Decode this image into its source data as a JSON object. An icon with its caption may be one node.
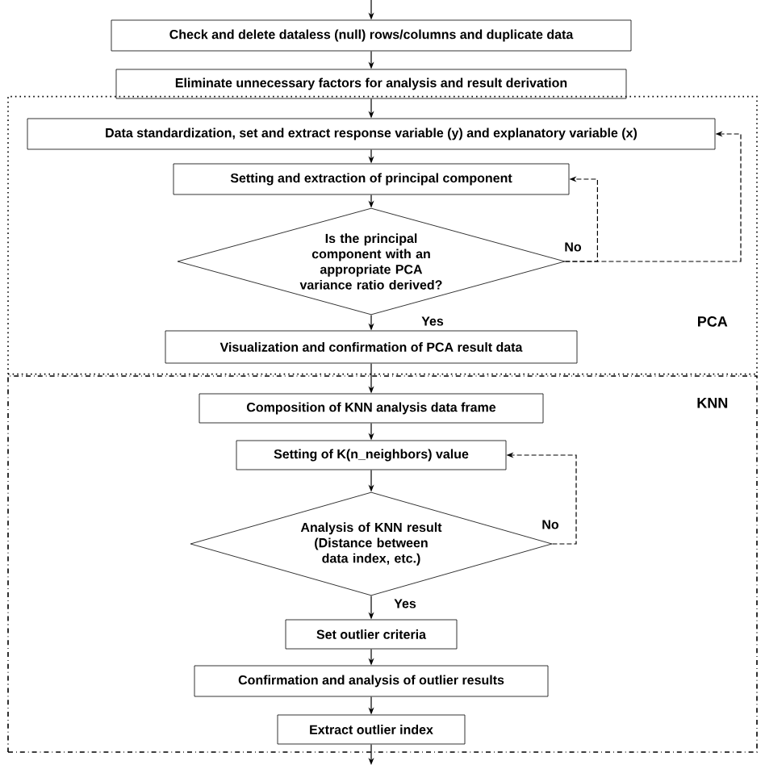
{
  "diagram": {
    "nodes": [
      {
        "text": [
          "Check and delete dataless (null) rows/columns and duplicate data"
        ]
      },
      {
        "text": [
          "Eliminate unnecessary factors for analysis and result derivation"
        ]
      },
      {
        "text": [
          "PCA"
        ]
      },
      {
        "text": [
          "Data standardization, set and extract response variable (y) and explanatory variable (x)"
        ],
        "in": 2
      },
      {
        "text": [
          "Setting and extraction of principal component"
        ],
        "in": 2
      },
      {
        "text": [
          "Is the principal component with an appropriate PCA variance ratio derived?"
        ],
        "in": 2
      },
      {
        "text": [
          "Visualization and confirmation of PCA result data"
        ],
        "in": 2
      },
      {
        "text": [
          "KNN"
        ]
      },
      {
        "text": [
          "Composition of KNN analysis data frame"
        ],
        "in": 7
      },
      {
        "text": [
          "Setting of K(n_neighbors) value"
        ],
        "in": 7
      },
      {
        "text": [
          "Analysis of KNN result (Distance between data index, etc.)"
        ],
        "in": 7
      },
      {
        "text": [
          "Set outlier criteria"
        ],
        "in": 7
      },
      {
        "text": [
          "Confirmation and analysis of outlier results"
        ],
        "in": 7
      },
      {
        "text": [
          "Extract outlier index"
        ],
        "in": 7
      }
    ],
    "edges": [
      {
        "from": null,
        "to": 0,
        "arrow": "to"
      },
      {
        "from": 0,
        "to": 1,
        "arrow": "to"
      },
      {
        "from": 1,
        "to": 3,
        "arrow": "to"
      },
      {
        "from": 3,
        "to": 4,
        "arrow": "to"
      },
      {
        "from": 4,
        "to": 5,
        "arrow": "to"
      },
      {
        "from": 5,
        "to": 6,
        "arrow": "to",
        "label": "Yes"
      },
      {
        "from": 5,
        "to": 4,
        "arrow": "to",
        "label": "No",
        "style": "dashed"
      },
      {
        "from": 5,
        "to": 3,
        "arrow": "to",
        "style": "dashed"
      },
      {
        "from": 6,
        "to": 8,
        "arrow": "to"
      },
      {
        "from": 8,
        "to": 9,
        "arrow": "to"
      },
      {
        "from": 9,
        "to": 10,
        "arrow": "to"
      },
      {
        "from": 10,
        "to": 11,
        "arrow": "to",
        "label": "Yes"
      },
      {
        "from": 10,
        "to": 9,
        "arrow": "to",
        "label": "No",
        "style": "dashed"
      },
      {
        "from": 11,
        "to": 12,
        "arrow": "to"
      },
      {
        "from": 12,
        "to": 13,
        "arrow": "to"
      },
      {
        "from": 13,
        "to": null,
        "arrow": "to"
      }
    ]
  }
}
